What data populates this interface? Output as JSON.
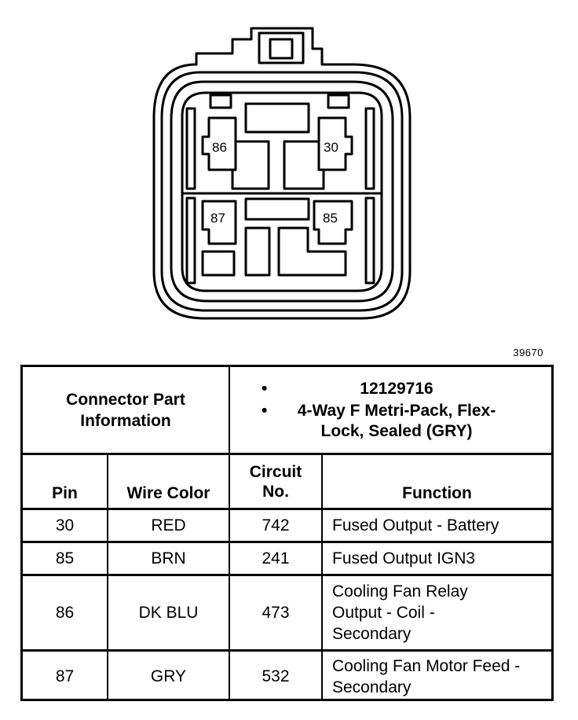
{
  "figure_id": "39670",
  "connector_pins": [
    {
      "pin": "86"
    },
    {
      "pin": "30"
    },
    {
      "pin": "87"
    },
    {
      "pin": "85"
    }
  ],
  "table": {
    "part_info_label": "Connector Part Information",
    "part_info_items": [
      "12129716",
      "4-Way F Metri-Pack, Flex-Lock, Sealed (GRY)"
    ],
    "headers": {
      "pin": "Pin",
      "wire_color": "Wire Color",
      "circuit_no": "Circuit No.",
      "function": "Function"
    },
    "rows": [
      {
        "pin": "30",
        "wire_color": "RED",
        "circuit": "742",
        "function": "Fused Output - Battery"
      },
      {
        "pin": "85",
        "wire_color": "BRN",
        "circuit": "241",
        "function": "Fused Output IGN3"
      },
      {
        "pin": "86",
        "wire_color": "DK BLU",
        "circuit": "473",
        "function": "Cooling Fan Relay Output - Coil - Secondary"
      },
      {
        "pin": "87",
        "wire_color": "GRY",
        "circuit": "532",
        "function": "Cooling Fan Motor Feed - Secondary"
      }
    ]
  }
}
